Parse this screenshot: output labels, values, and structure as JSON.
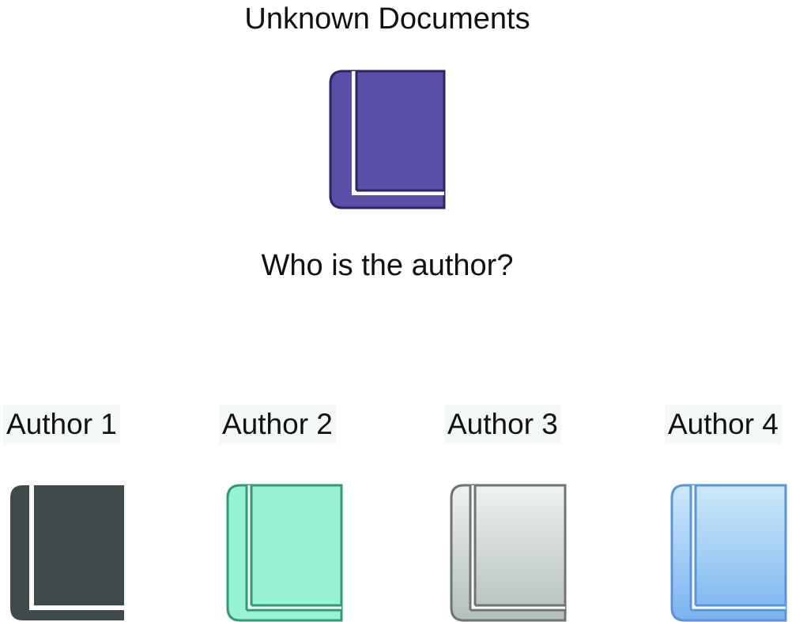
{
  "header": {
    "title": "Unknown Documents"
  },
  "question": "Who is the author?",
  "colors": {
    "unknown_fill": "#5b50a8",
    "unknown_stroke": "#2e2468",
    "author1_fill": "#414a4a",
    "author2_fill": "#98f2d6",
    "author2_stroke": "#2f9a78",
    "author3_fill_top": "#eef2f0",
    "author3_fill_bottom": "#b3bfba",
    "author3_stroke": "#6e7471",
    "author4_fill_top": "#cde9fa",
    "author4_fill_bottom": "#7ab4f0",
    "author4_stroke": "#5a94e0"
  },
  "authors": [
    {
      "label": "Author 1",
      "icon": "book-icon"
    },
    {
      "label": "Author 2",
      "icon": "book-icon"
    },
    {
      "label": "Author 3",
      "icon": "book-icon"
    },
    {
      "label": "Author 4",
      "icon": "book-icon"
    }
  ]
}
